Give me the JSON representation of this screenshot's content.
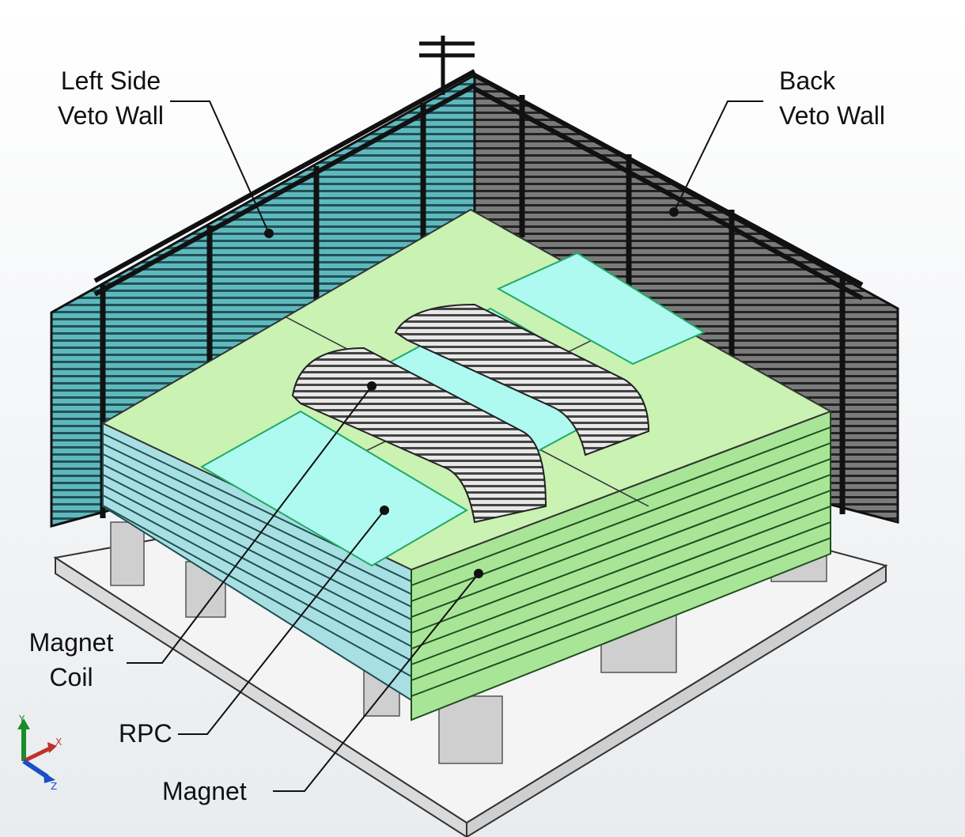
{
  "labels": {
    "left_veto_wall": [
      "Left Side",
      "Veto Wall"
    ],
    "back_veto_wall": [
      "Back",
      "Veto Wall"
    ],
    "magnet_coil": [
      "Magnet",
      "Coil"
    ],
    "rpc": "RPC",
    "magnet": "Magnet"
  },
  "triad": {
    "x": "X",
    "y": "Y",
    "z": "Z"
  },
  "colors": {
    "veto_left": "#5fb8bd",
    "veto_back": "#6d6d6d",
    "magnet_top": "#c9f2b3",
    "magnet_side": "#a9e597",
    "magnet_left_side": "#a8dfe2",
    "rpc_panel": "#aefaf1",
    "coil": "#9a9a9a",
    "base": "#f2f2f2",
    "support": "#c8c8c8"
  },
  "icons": [
    "coordinate-triad-icon"
  ]
}
